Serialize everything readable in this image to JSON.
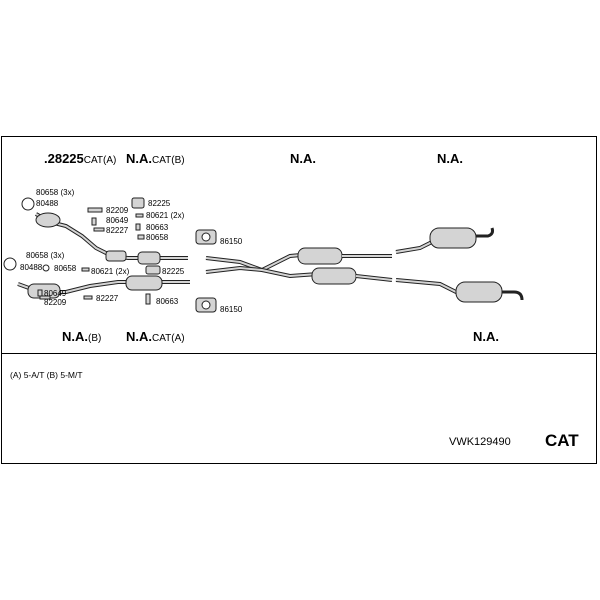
{
  "header_labels": {
    "cat_a_number": ".28225",
    "cat_a_suffix": "CAT(A)",
    "cat_b_prefix": "N.A.",
    "cat_b_suffix": "CAT(B)",
    "middle": "N.A.",
    "rear": "N.A."
  },
  "bottom_labels": {
    "pipe_b_prefix": "N.A.",
    "pipe_b_suffix": "(B)",
    "cat_a_prefix": "N.A.",
    "cat_a_suffix": "CAT(A)",
    "rear": "N.A."
  },
  "parts": {
    "upper_gasket_qty": "80658 (3x)",
    "upper_gasket": "80488",
    "upper_clamp_a": "82209",
    "upper_bolt_a": "80649",
    "upper_bolt_b": "82227",
    "upper_hanger": "82225",
    "upper_bolt_c_qty": "80621 (2x)",
    "upper_spring": "80663",
    "upper_screw": "80658",
    "lower_gasket_qty": "80658 (3x)",
    "lower_gasket": "80488",
    "lower_screw": "80658",
    "lower_bolt_c_qty": "80621 (2x)",
    "lower_hanger": "82225",
    "lower_bolt_a": "80649",
    "lower_clamp_a": "82209",
    "lower_bolt_b": "82227",
    "lower_spring": "80663",
    "clamp_upper": "86150",
    "clamp_lower": "86150"
  },
  "footer": {
    "note": "(A) 5-A/T (B) 5-M/T",
    "code": "VWK129490",
    "category": "CAT"
  }
}
